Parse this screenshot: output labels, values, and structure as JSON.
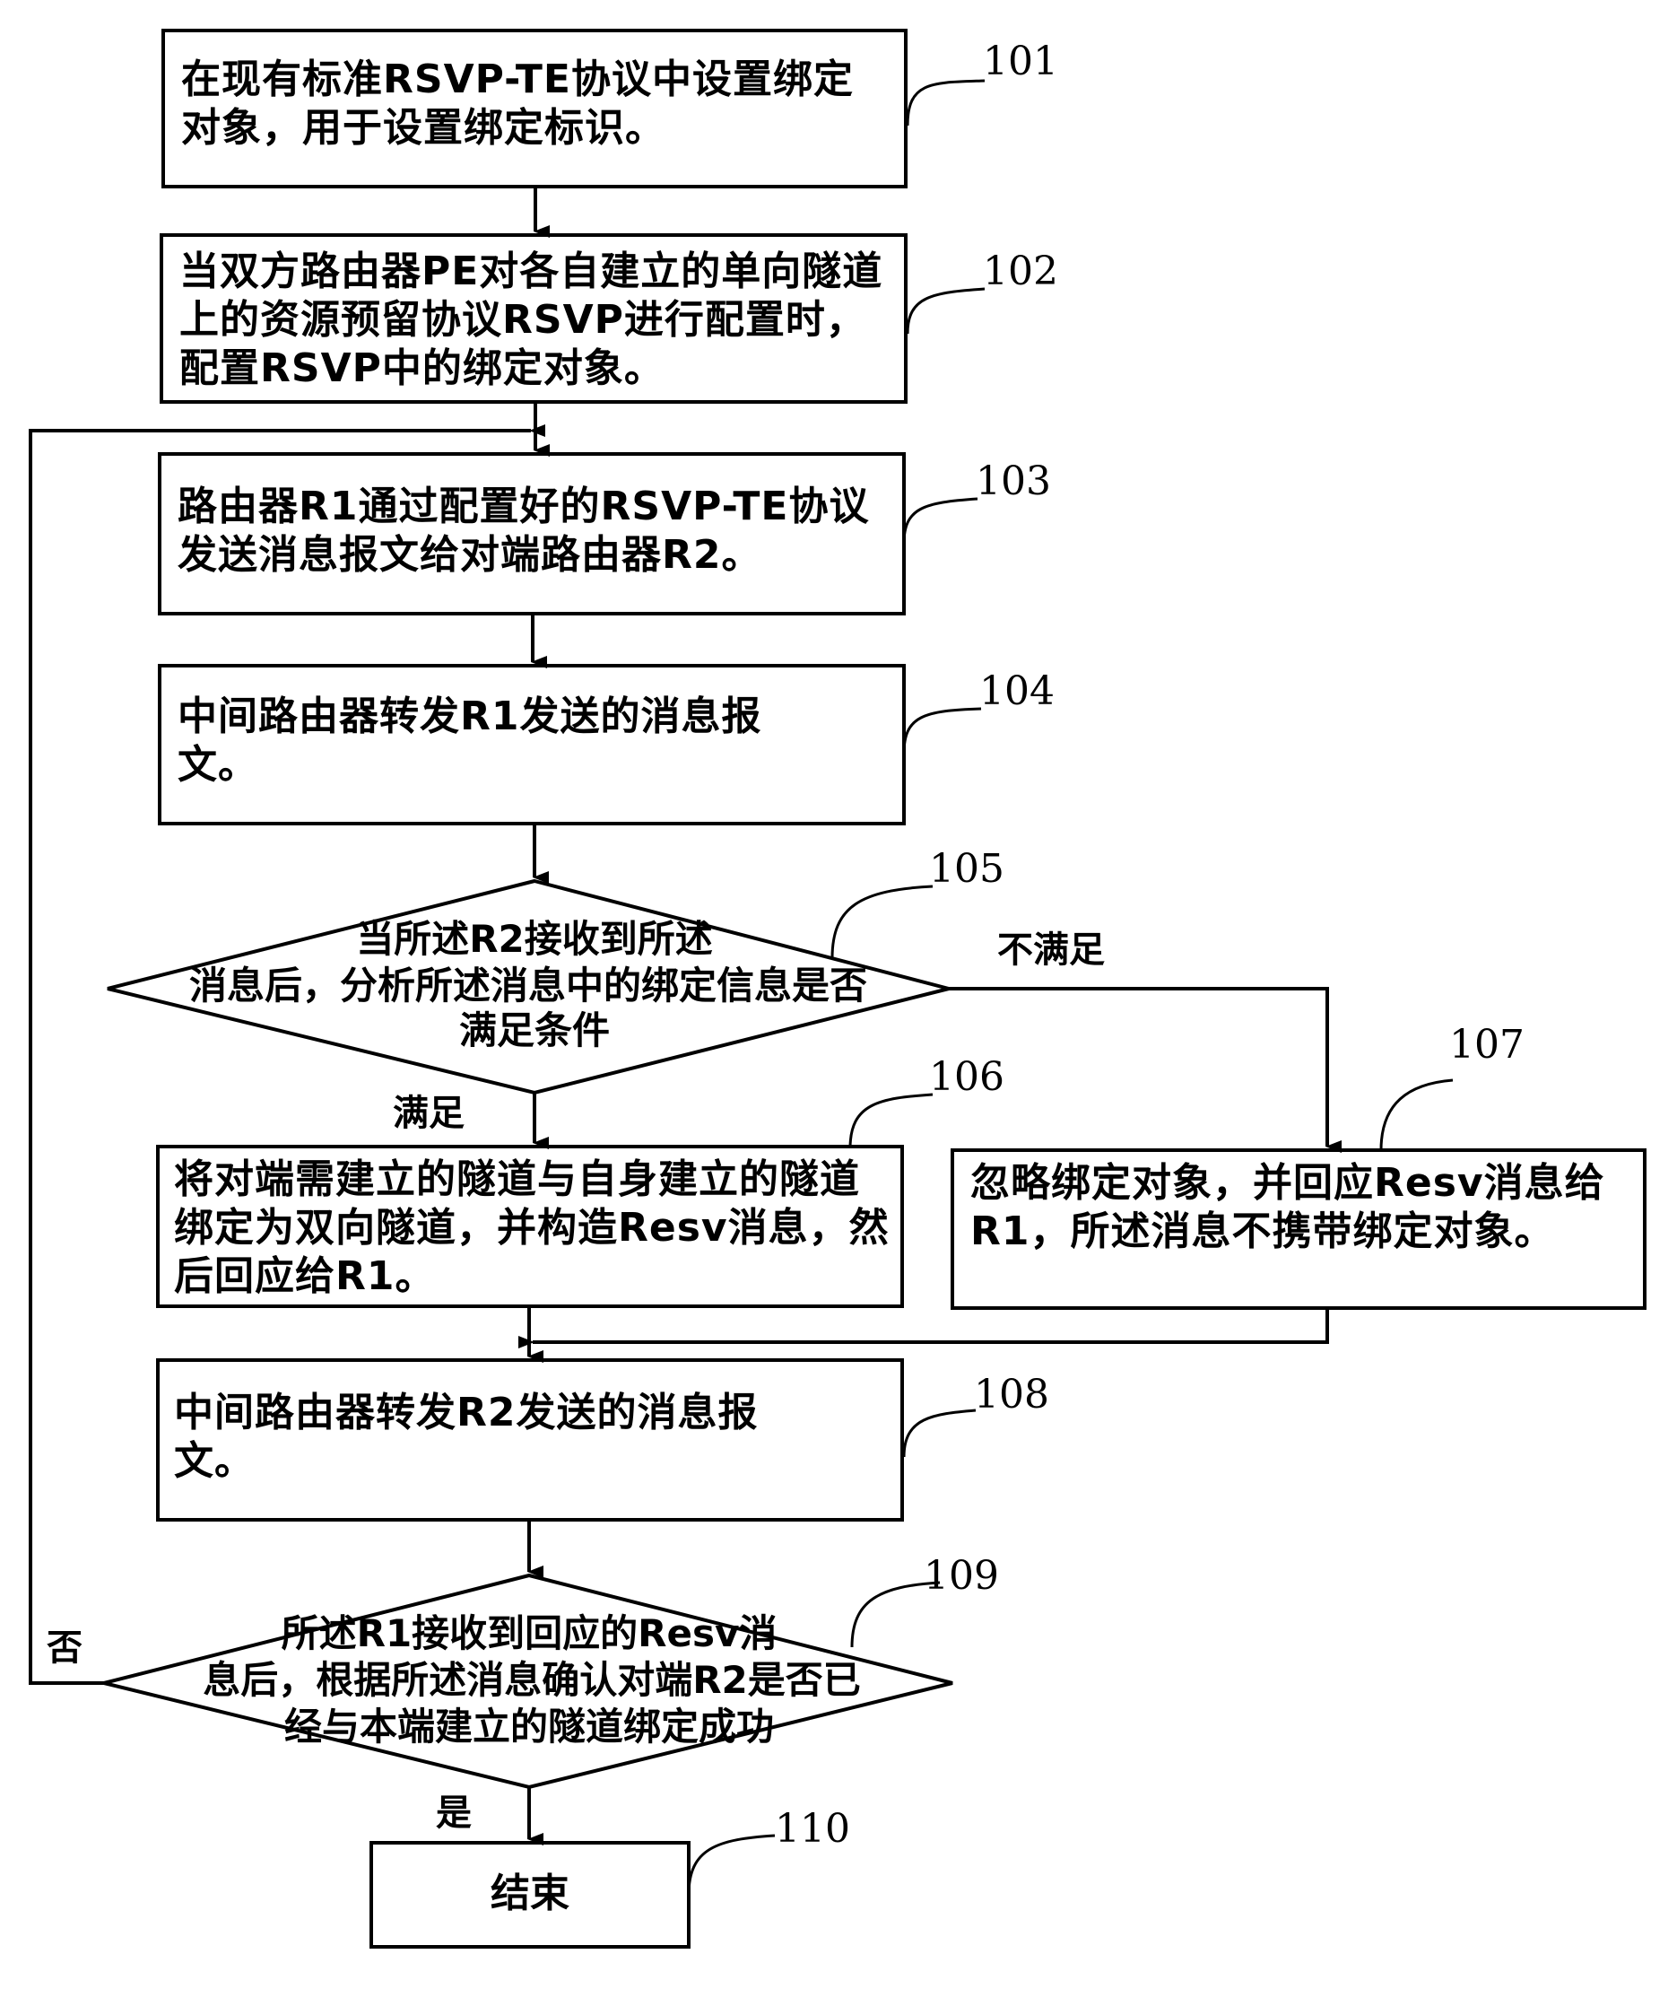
{
  "steps": {
    "s101": {
      "text": "在现有标准RSVP-TE协议中设置绑定对象，用于设置绑定标识。",
      "ref": "101"
    },
    "s102": {
      "text": "当双方路由器PE对各自建立的单向隧道上的资源预留协议RSVP进行配置时，配置RSVP中的绑定对象。",
      "ref": "102"
    },
    "s103": {
      "text": "路由器R1通过配置好的RSVP-TE协议发送消息报文给对端路由器R2。",
      "ref": "103"
    },
    "s104": {
      "text": "中间路由器转发R1发送的消息报文。",
      "ref": "104"
    },
    "s106": {
      "text": "将对端需建立的隧道与自身建立的隧道绑定为双向隧道，并构造Resv消息，然后回应给R1。",
      "ref": "106"
    },
    "s107": {
      "text": "忽略绑定对象，并回应Resv消息给R1，所述消息不携带绑定对象。",
      "ref": "107"
    },
    "s108": {
      "text": "中间路由器转发R2发送的消息报文。",
      "ref": "108"
    },
    "s110": {
      "text": "结束",
      "ref": "110"
    }
  },
  "decisions": {
    "d105": {
      "lines": [
        "当所述R2接收到所述",
        "消息后，分析所述消息中的绑定信息是否",
        "满足条件"
      ],
      "ref": "105"
    },
    "d109": {
      "lines": [
        "所述R1接收到回应的Resv消",
        "息后，根据所述消息确认对端R2是否已",
        "经与本端建立的隧道绑定成功"
      ],
      "ref": "109"
    }
  },
  "edge_labels": {
    "satisfied": "满足",
    "not_satisfied": "不满足",
    "no": "否",
    "yes": "是"
  }
}
